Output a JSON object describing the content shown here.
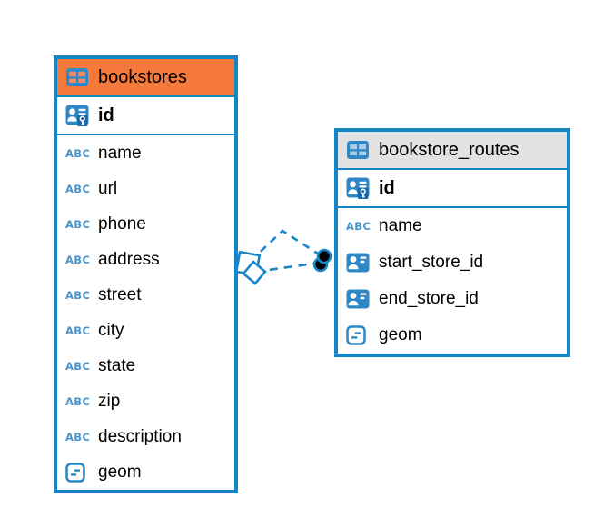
{
  "diagram": {
    "tables": [
      {
        "name": "bookstores",
        "header_style": "orange",
        "primary_key": "id",
        "columns": [
          {
            "name": "name",
            "type": "text"
          },
          {
            "name": "url",
            "type": "text"
          },
          {
            "name": "phone",
            "type": "text"
          },
          {
            "name": "address",
            "type": "text"
          },
          {
            "name": "street",
            "type": "text"
          },
          {
            "name": "city",
            "type": "text"
          },
          {
            "name": "state",
            "type": "text"
          },
          {
            "name": "zip",
            "type": "text"
          },
          {
            "name": "description",
            "type": "text"
          },
          {
            "name": "geom",
            "type": "geometry"
          }
        ]
      },
      {
        "name": "bookstore_routes",
        "header_style": "gray",
        "primary_key": "id",
        "columns": [
          {
            "name": "name",
            "type": "text"
          },
          {
            "name": "start_store_id",
            "type": "foreign-key"
          },
          {
            "name": "end_store_id",
            "type": "foreign-key"
          },
          {
            "name": "geom",
            "type": "geometry"
          }
        ]
      }
    ],
    "connector": {
      "style": "dashed",
      "line_count": 2,
      "left_endpoint": "diamond",
      "right_endpoint": "dot",
      "connects": [
        "bookstores",
        "bookstore_routes"
      ]
    }
  },
  "icons": {
    "text_badge": "ABC",
    "table_icon": "table-grid",
    "primary_key_icon": "person-with-key",
    "foreign_key_icon": "person-card",
    "geometry_icon": "rounded-box-dashes"
  },
  "colors": {
    "table_border": "#1585c5",
    "bookstores_header": "#f5793b",
    "routes_header": "#e2e2e2",
    "icon_blue": "#2f88c6",
    "key_overlay_blue": "#1668ae",
    "connector_blue": "#1787c7",
    "endpoint_dot": "#000000",
    "text": "#000000"
  }
}
